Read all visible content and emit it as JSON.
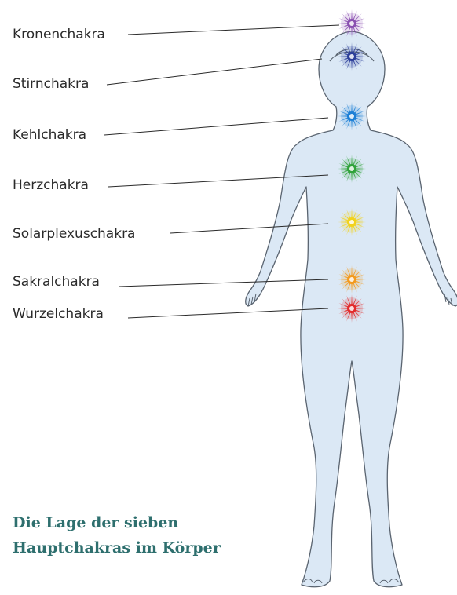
{
  "labels": [
    {
      "id": "krone",
      "text": "Kronenchakra"
    },
    {
      "id": "stirn",
      "text": "Stirnchakra"
    },
    {
      "id": "kehl",
      "text": "Kehlchakra"
    },
    {
      "id": "herz",
      "text": "Herzchakra"
    },
    {
      "id": "solar",
      "text": "Solarplexuschakra"
    },
    {
      "id": "sakral",
      "text": "Sakralchakra"
    },
    {
      "id": "wurzel",
      "text": "Wurzelchakra"
    }
  ],
  "caption": {
    "line1": "Die Lage der sieben",
    "line2": "Hauptchakras im Körper"
  },
  "colors": {
    "krone": "#8a4fb0",
    "stirn": "#2c3e9a",
    "kehl": "#1c7fd6",
    "herz": "#2fa23a",
    "solar": "#f2d21c",
    "sakral": "#f39a1e",
    "wurzel": "#e22b2b",
    "body_fill": "#dbe8f5",
    "body_stroke": "#5a6470",
    "caption": "#2e6f6e"
  }
}
